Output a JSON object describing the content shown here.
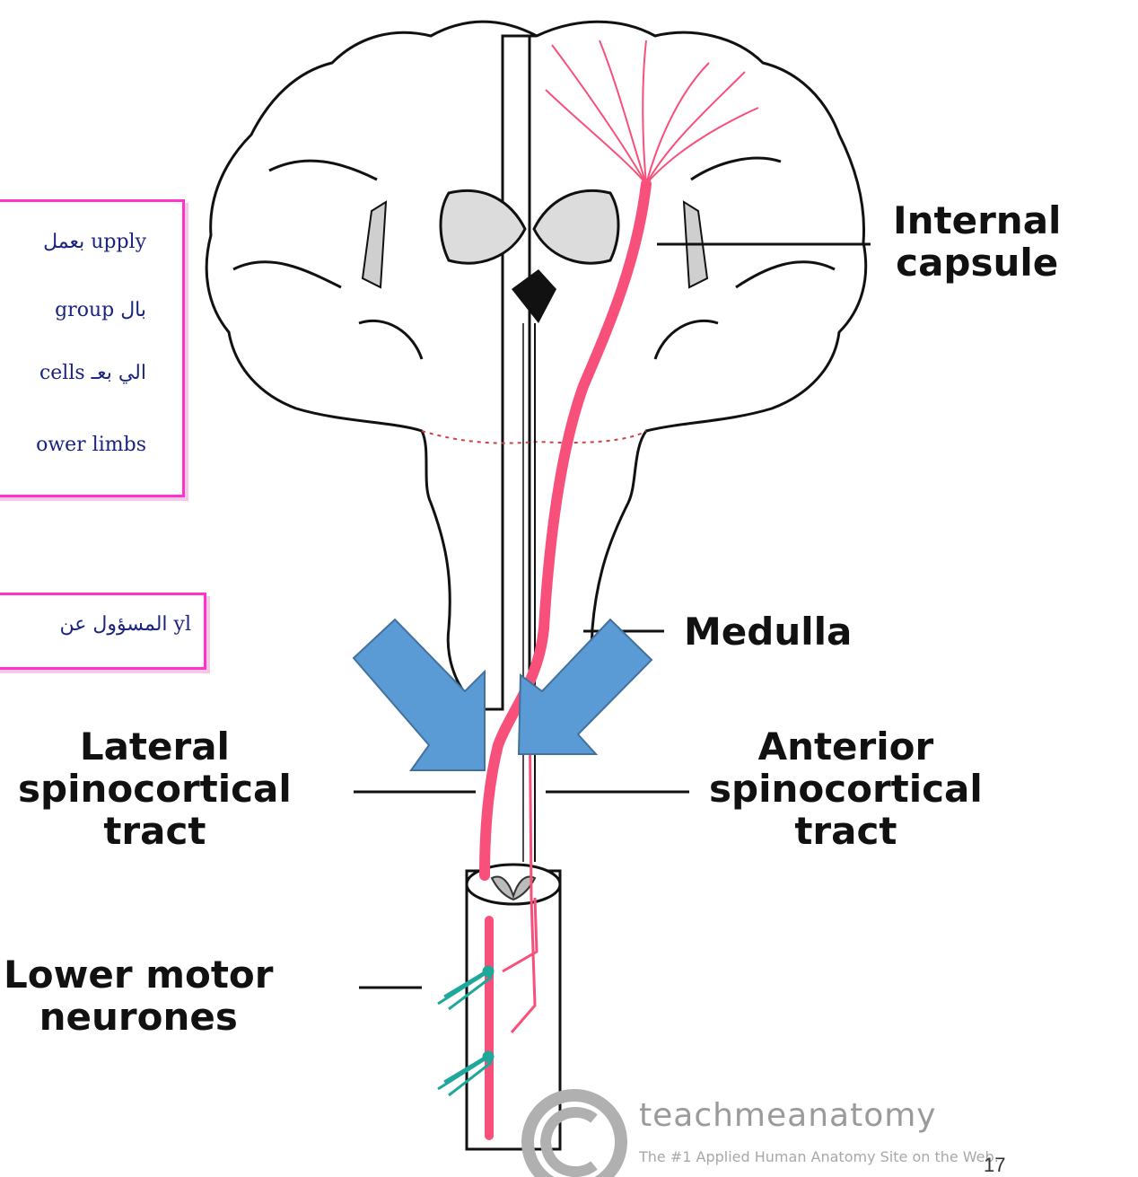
{
  "labels": {
    "internal_capsule": [
      "Internal",
      "capsule"
    ],
    "medulla": "Medulla",
    "lateral_tract": [
      "Lateral",
      "spinocortical",
      "tract"
    ],
    "anterior_tract": [
      "Anterior",
      "spinocortical",
      "tract"
    ],
    "lower_motor_neurones": [
      "Lower motor",
      "neurones"
    ]
  },
  "note_boxes": {
    "upper": [
      "بعمل upply",
      "group بال ",
      "cells الي بعـ",
      "ower limbs"
    ],
    "lower": [
      "المسؤول عن yl"
    ]
  },
  "watermark": {
    "brand": "teachmeanatomy",
    "tagline": "The #1 Applied Human Anatomy Site on the Web."
  },
  "page_number": "17",
  "colors": {
    "tract": "#f7507a",
    "arrow": "#5b9bd5",
    "arrow_stroke": "#41719c",
    "note_border": "#ff33cc",
    "note_text": "#1a237e",
    "lower_motor_neurone": "#1fa899"
  }
}
